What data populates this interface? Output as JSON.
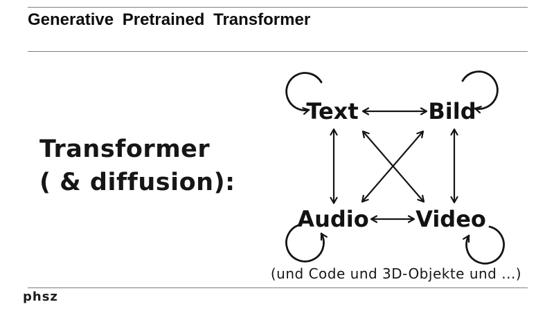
{
  "header": {
    "title": "Generative Pretrained Transformer"
  },
  "body": {
    "heading": {
      "line1": "Transformer",
      "line2": "( & diffusion):"
    },
    "diagram": {
      "nodes": {
        "text": "Text",
        "bild": "Bild",
        "audio": "Audio",
        "video": "Video"
      },
      "edges": [
        {
          "from": "Text",
          "to": "Bild",
          "bidirectional": true
        },
        {
          "from": "Audio",
          "to": "Video",
          "bidirectional": true
        },
        {
          "from": "Text",
          "to": "Audio",
          "bidirectional": true
        },
        {
          "from": "Bild",
          "to": "Video",
          "bidirectional": true
        },
        {
          "from": "Text",
          "to": "Video",
          "bidirectional": true
        },
        {
          "from": "Bild",
          "to": "Audio",
          "bidirectional": true
        },
        {
          "from": "Text",
          "to": "Text",
          "self_loop": true
        },
        {
          "from": "Bild",
          "to": "Bild",
          "self_loop": true
        },
        {
          "from": "Audio",
          "to": "Audio",
          "self_loop": true
        },
        {
          "from": "Video",
          "to": "Video",
          "self_loop": true
        }
      ],
      "caption": "(und Code und 3D-Objekte und ...)"
    }
  },
  "footer": {
    "logo": "phsz"
  },
  "colors": {
    "background": "#ffffff",
    "text": "#111111",
    "rule": "#7d7d7d"
  }
}
